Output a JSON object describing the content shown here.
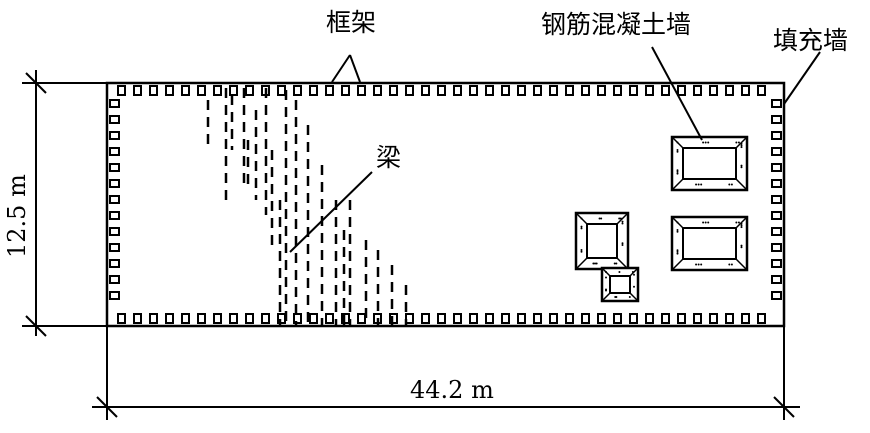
{
  "labels": {
    "frame": "框架",
    "concrete_wall": "钢筋混凝土墙",
    "infill_wall": "填充墙",
    "beam": "梁"
  },
  "dimensions": {
    "height": "12.5 m",
    "width": "44.2 m"
  },
  "colors": {
    "ink": "#000000",
    "background": "#ffffff"
  }
}
